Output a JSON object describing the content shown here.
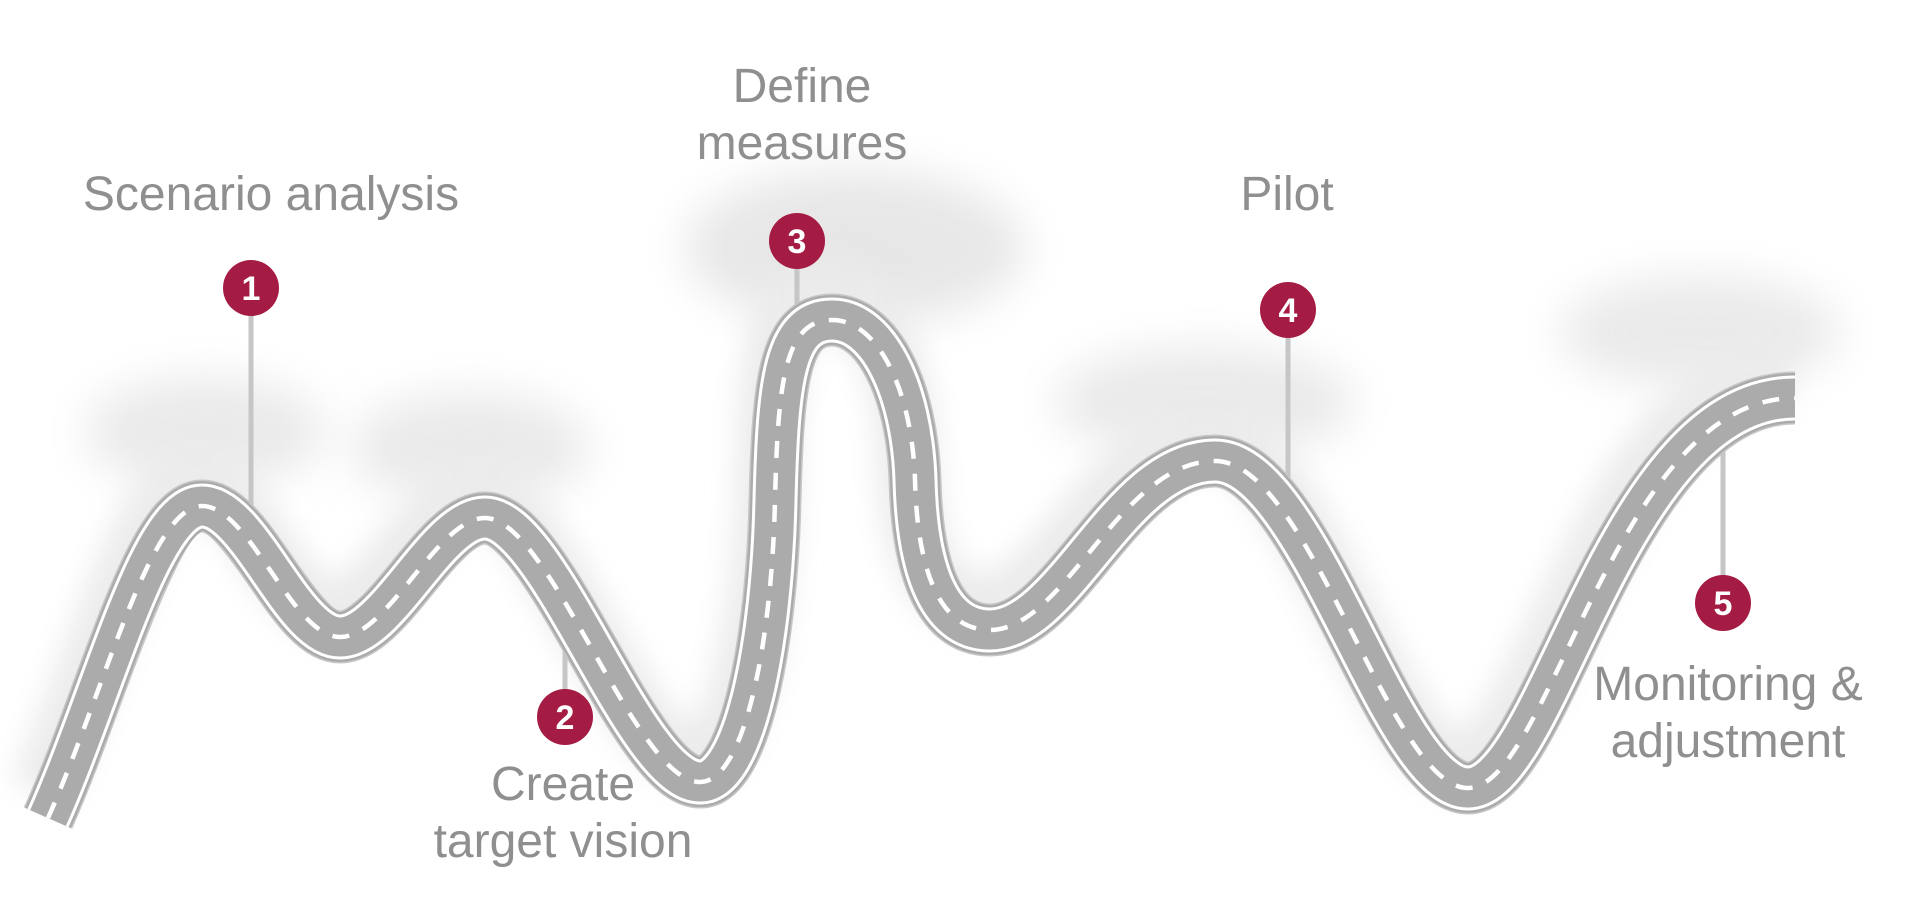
{
  "diagram": {
    "type": "roadmap-journey",
    "background_color": "#ffffff",
    "road": {
      "asphalt_color": "#ababab",
      "border_color": "#c7c7c7",
      "lane_line_color": "#ffffff",
      "mist_color": "#e6e6e6"
    },
    "connector_color": "#c6c6c6",
    "badge_color": "#a41b43",
    "label_color": "#8f8f8f",
    "milestones": [
      {
        "number": "1",
        "label": "Scenario analysis",
        "lines": [
          "Scenario analysis"
        ]
      },
      {
        "number": "2",
        "label": "Create target vision",
        "lines": [
          "Create",
          "target vision"
        ]
      },
      {
        "number": "3",
        "label": "Define measures",
        "lines": [
          "Define",
          "measures"
        ]
      },
      {
        "number": "4",
        "label": "Pilot",
        "lines": [
          "Pilot"
        ]
      },
      {
        "number": "5",
        "label": "Monitoring & adjustment",
        "lines": [
          "Monitoring &",
          "adjustment"
        ]
      }
    ]
  }
}
